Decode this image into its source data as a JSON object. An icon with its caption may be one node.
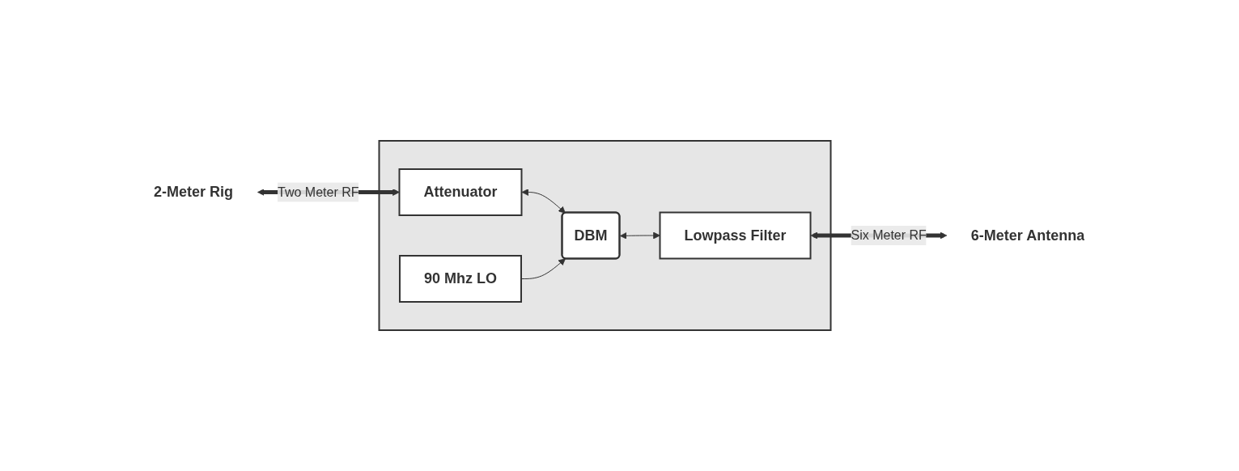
{
  "diagram": {
    "nodes": [
      {
        "text": [
          "2-Meter Rig"
        ]
      },
      {
        "text": [],
        "shape": "box"
      },
      {
        "text": [
          "Attenuator"
        ],
        "in": 1
      },
      {
        "text": [
          "DBM"
        ],
        "in": 1
      },
      {
        "text": [
          "Lowpass Filter"
        ],
        "in": 1
      },
      {
        "text": [
          "6-Meter Antenna"
        ]
      },
      {
        "text": [
          "90 Mhz LO"
        ],
        "in": 1
      }
    ],
    "edges": [
      {
        "from": 0,
        "to": 2,
        "arrow": "both",
        "style": "thick",
        "label": "Two Meter RF"
      },
      {
        "from": 2,
        "to": 3,
        "arrow": "both"
      },
      {
        "from": 3,
        "to": 4,
        "arrow": "both"
      },
      {
        "from": 4,
        "to": 5,
        "arrow": "both",
        "style": "thick",
        "label": "Six Meter RF"
      },
      {
        "from": 6,
        "to": 3,
        "arrow": "to"
      }
    ]
  }
}
